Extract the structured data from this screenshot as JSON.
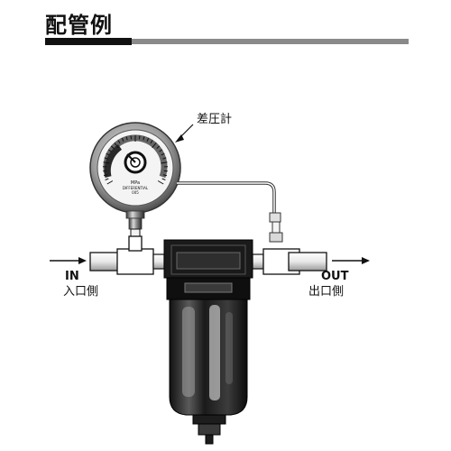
{
  "header": {
    "title": "配管例"
  },
  "diagram": {
    "gauge_label": "差圧計",
    "gauge_face_unit": "MPa",
    "gauge_face_text": "DIFFERENTIAL",
    "gauge_face_subtext": "005",
    "in_label": "IN",
    "in_sub_label": "入口側",
    "out_label": "OUT",
    "out_sub_label": "出口側"
  }
}
